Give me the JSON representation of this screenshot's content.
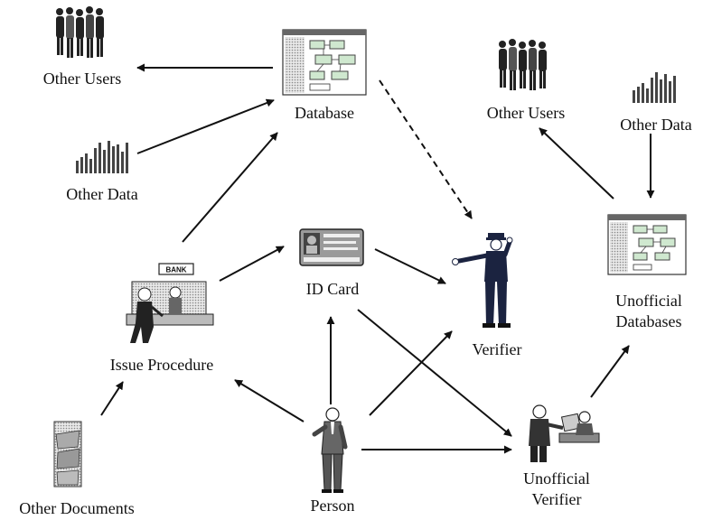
{
  "labels": {
    "other_users_left": "Other Users",
    "database": "Database",
    "other_data_left": "Other Data",
    "issue_procedure": "Issue Procedure",
    "id_card": "ID Card",
    "verifier": "Verifier",
    "other_users_right": "Other Users",
    "other_data_right": "Other Data",
    "unofficial_databases_line1": "Unofficial",
    "unofficial_databases_line2": "Databases",
    "person": "Person",
    "unofficial_verifier_line1": "Unofficial",
    "unofficial_verifier_line2": "Verifier",
    "other_documents": "Other Documents",
    "bank_sign": "BANK"
  },
  "icons": {
    "other_users_left": "crowd-icon",
    "database": "database-screenshot-icon",
    "other_data_left": "bar-chart-icon",
    "issue_procedure": "bank-counter-icon",
    "id_card": "id-card-icon",
    "verifier": "police-officer-icon",
    "other_users_right": "crowd-icon",
    "other_data_right": "bar-chart-icon",
    "unofficial_databases": "database-screenshot-icon",
    "person": "businessman-icon",
    "unofficial_verifier": "office-clerks-icon",
    "other_documents": "document-pile-icon"
  },
  "edges": [
    {
      "from": "Database",
      "to": "Other Users",
      "style": "solid"
    },
    {
      "from": "Other Data",
      "to": "Database",
      "style": "solid"
    },
    {
      "from": "Issue Procedure",
      "to": "Database",
      "style": "solid"
    },
    {
      "from": "Database",
      "to": "Verifier",
      "style": "dashed"
    },
    {
      "from": "Issue Procedure",
      "to": "ID Card",
      "style": "solid"
    },
    {
      "from": "ID Card",
      "to": "Verifier",
      "style": "solid"
    },
    {
      "from": "Person",
      "to": "ID Card",
      "style": "solid"
    },
    {
      "from": "Person",
      "to": "Issue Procedure",
      "style": "solid"
    },
    {
      "from": "Other Documents",
      "to": "Issue Procedure",
      "style": "solid"
    },
    {
      "from": "Person",
      "to": "Verifier",
      "style": "solid"
    },
    {
      "from": "Person",
      "to": "Unofficial Verifier",
      "style": "solid"
    },
    {
      "from": "ID Card",
      "to": "Unofficial Verifier",
      "style": "solid"
    },
    {
      "from": "Unofficial Verifier",
      "to": "Unofficial Databases",
      "style": "solid"
    },
    {
      "from": "Unofficial Databases",
      "to": "Other Users",
      "style": "solid"
    },
    {
      "from": "Other Data",
      "to": "Unofficial Databases",
      "style": "solid"
    }
  ],
  "colors": {
    "ink": "#111111",
    "police_blue": "#1b2340",
    "screen_green": "#bfe0bf",
    "card_gray": "#8a8a8a"
  }
}
